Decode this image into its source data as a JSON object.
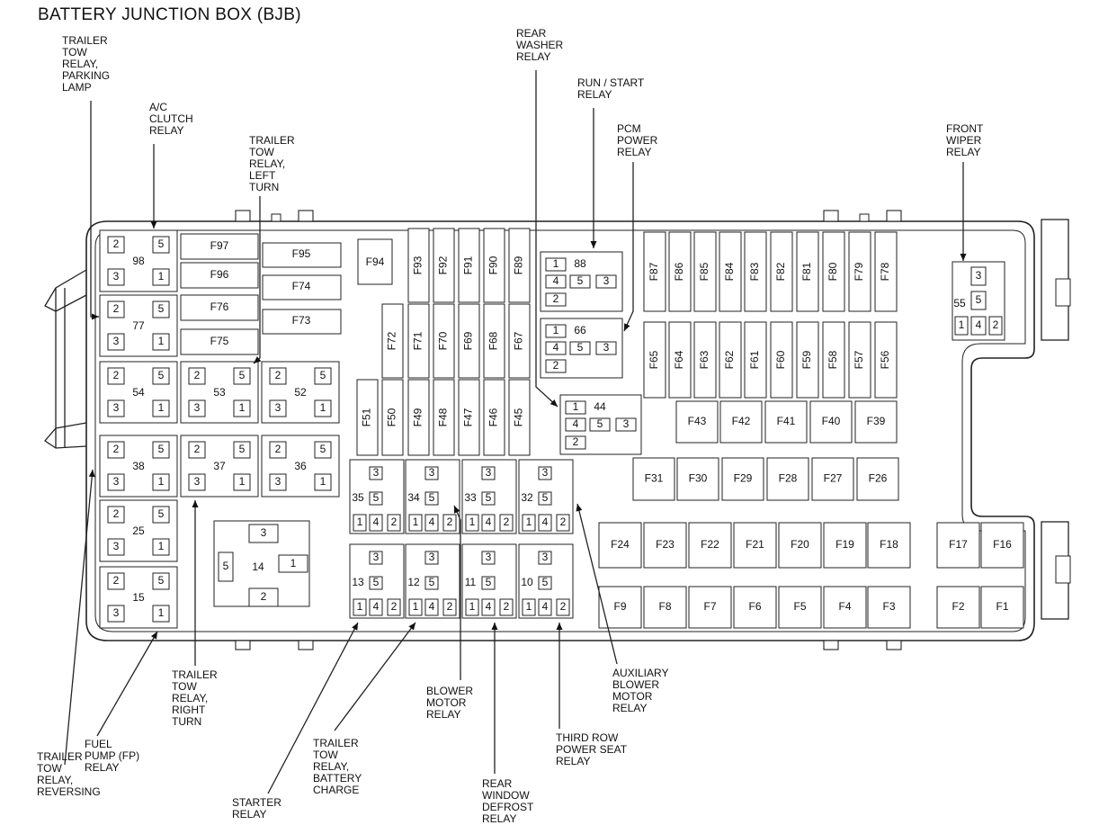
{
  "title": "BATTERY JUNCTION BOX (BJB)",
  "labels": {
    "trailer_tow_parking": "TRAILER\nTOW\nRELAY,\nPARKING\nLAMP",
    "ac_clutch": "A/C\nCLUTCH\nRELAY",
    "trailer_tow_left": "TRAILER\nTOW\nRELAY,\nLEFT\nTURN",
    "rear_washer": "REAR\nWASHER\nRELAY",
    "run_start": "RUN / START\nRELAY",
    "pcm_power": "PCM\nPOWER\nRELAY",
    "front_wiper": "FRONT\nWIPER\nRELAY",
    "trailer_tow_right": "TRAILER\nTOW\nRELAY,\nRIGHT\nTURN",
    "fuel_pump": "FUEL\nPUMP (FP)\nRELAY",
    "trailer_tow_reversing": "TRAILER\nTOW\nRELAY,\nREVERSING",
    "starter": "STARTER\nRELAY",
    "trailer_tow_battery": "TRAILER\nTOW\nRELAY,\nBATTERY\nCHARGE",
    "blower_motor": "BLOWER\nMOTOR\nRELAY",
    "rear_window_defrost": "REAR\nWINDOW\nDEFROST\nRELAY",
    "third_row": "THIRD ROW\nPOWER SEAT\nRELAY",
    "aux_blower": "AUXILIARY\nBLOWER\nMOTOR\nRELAY"
  },
  "fuses": {
    "horizontal_mini": [
      "F97",
      "F96",
      "F76",
      "F75",
      "F95",
      "F74",
      "F73"
    ],
    "large": [
      "F94"
    ],
    "vertical_top": [
      "F93",
      "F92",
      "F91",
      "F90",
      "F89"
    ],
    "vertical_mid": [
      "F72",
      "F71",
      "F70",
      "F69",
      "F68",
      "F67"
    ],
    "vertical_low": [
      "F51",
      "F50",
      "F49",
      "F48",
      "F47",
      "F46",
      "F45"
    ],
    "right_top_vertical": [
      "F87",
      "F86",
      "F85",
      "F84",
      "F83",
      "F82",
      "F81",
      "F80",
      "F79",
      "F78"
    ],
    "right_mid_vertical": [
      "F65",
      "F64",
      "F63",
      "F62",
      "F61",
      "F60",
      "F59",
      "F58",
      "F57",
      "F56"
    ],
    "cartridge_row1": [
      "F43",
      "F42",
      "F41",
      "F40",
      "F39"
    ],
    "cartridge_row2": [
      "F31",
      "F30",
      "F29",
      "F28",
      "F27",
      "F26"
    ],
    "cartridge_row3": [
      "F24",
      "F23",
      "F22",
      "F21",
      "F20",
      "F19",
      "F18",
      "F17",
      "F16"
    ],
    "cartridge_row4": [
      "F9",
      "F8",
      "F7",
      "F6",
      "F5",
      "F4",
      "F3",
      "F2",
      "F1"
    ]
  },
  "relays": {
    "left_column": [
      "98",
      "77",
      "54",
      "38",
      "25",
      "15"
    ],
    "middle_pair_row1": [
      "53",
      "52"
    ],
    "middle_pair_row2": [
      "37",
      "36"
    ],
    "large_relay": "14",
    "micro_row1": [
      "35",
      "34",
      "33",
      "32"
    ],
    "micro_row2": [
      "13",
      "12",
      "11",
      "10"
    ],
    "top_group": [
      "88",
      "66",
      "44"
    ],
    "front_wiper": "55"
  },
  "pins": {
    "p1": "1",
    "p2": "2",
    "p3": "3",
    "p4": "4",
    "p5": "5"
  }
}
